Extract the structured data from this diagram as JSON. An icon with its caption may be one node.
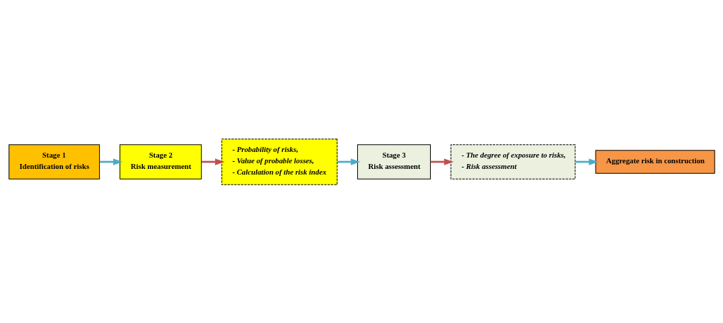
{
  "diagram": {
    "nodes": [
      {
        "text": [
          "Stage 1",
          "Identification of risks"
        ]
      },
      {
        "text": [
          "Stage 2",
          "Risk measurement"
        ]
      },
      {
        "text": [
          "- Probability of risks,",
          "- Value of probable losses,",
          "- Calculation of the risk index"
        ]
      },
      {
        "text": [
          "Stage 3",
          "Risk assessment"
        ]
      },
      {
        "text": [
          "- The degree of exposure to risks,",
          "- Risk assessment"
        ]
      },
      {
        "text": [
          "Aggregate risk in construction"
        ]
      }
    ],
    "edges": [
      {
        "from": 0,
        "to": 1,
        "arrow": "to"
      },
      {
        "from": 1,
        "to": 2,
        "arrow": "to",
        "color": "#c0504d"
      },
      {
        "from": 2,
        "to": 3,
        "arrow": "to"
      },
      {
        "from": 3,
        "to": 4,
        "arrow": "to",
        "color": "#c0504d"
      },
      {
        "from": 4,
        "to": 5,
        "arrow": "to"
      }
    ]
  }
}
